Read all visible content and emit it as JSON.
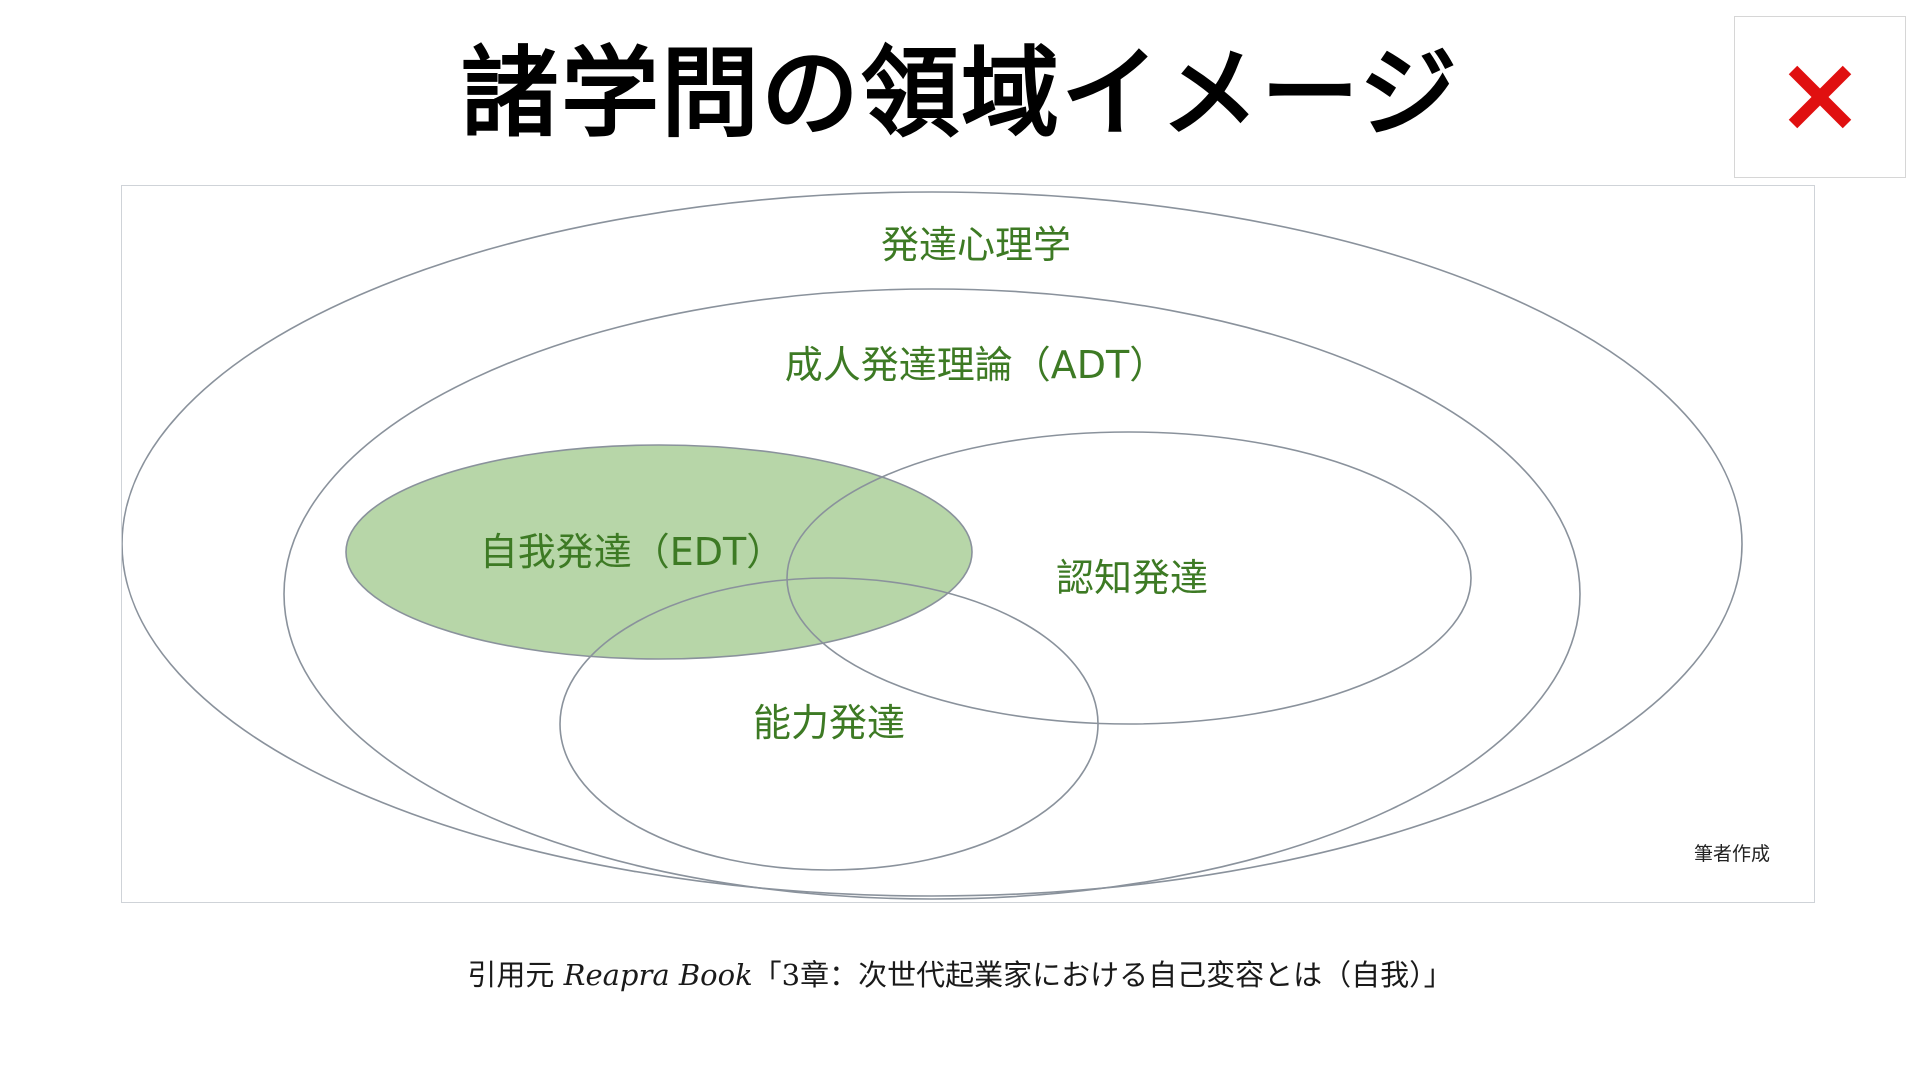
{
  "title": "諸学問の領域イメージ",
  "close_button": {
    "icon": "close-icon",
    "color": "#e01010"
  },
  "diagram": {
    "colors": {
      "outline": "#8a929c",
      "label": "#3d7a24",
      "ego_fill": "#b7d6a8"
    },
    "regions": {
      "developmental_psychology": "発達心理学",
      "adult_development": "成人発達理論（ADT）",
      "ego_development": "自我発達（EDT）",
      "cognitive_development": "認知発達",
      "ability_development": "能力発達"
    },
    "author_note": "筆者作成"
  },
  "citation": {
    "prefix": "引用元",
    "book": "Reapra Book",
    "chapter": "「3章：次世代起業家における自己変容とは（自我）」"
  }
}
